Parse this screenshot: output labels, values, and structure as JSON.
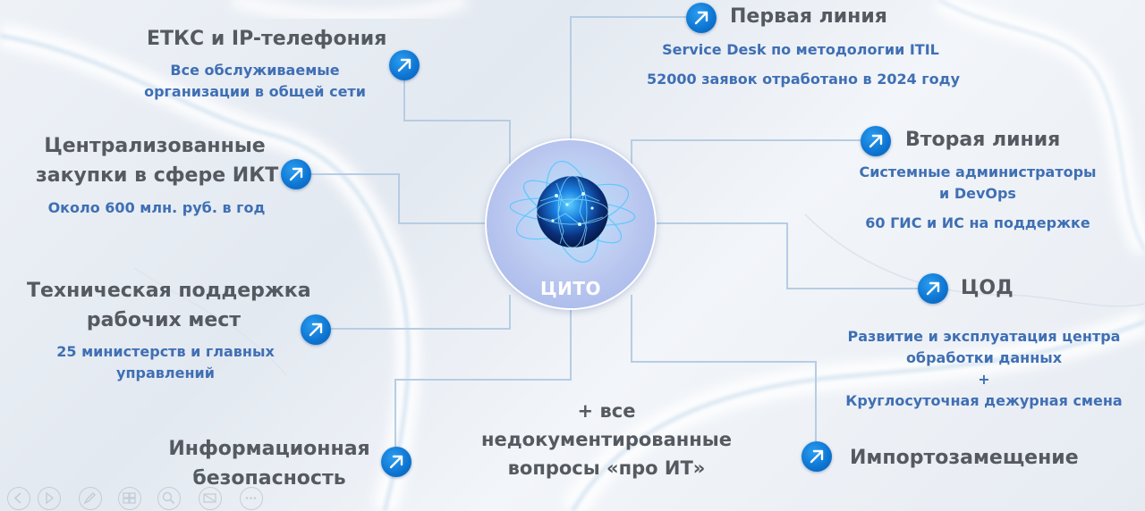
{
  "hub": {
    "label": "ЦИТО"
  },
  "nodes": {
    "etks": {
      "title": "ЕТКС и IP-телефония",
      "sub_lines": [
        "Все обслуживаемые",
        "организации в общей сети"
      ]
    },
    "procurement": {
      "title_lines": [
        "Централизованные",
        "закупки в сфере ИКТ"
      ],
      "sub": "Около 600 млн. руб. в год"
    },
    "workplaces": {
      "title_lines": [
        "Техническая поддержка",
        "рабочих мест"
      ],
      "sub_lines": [
        "25 министерств и главных",
        "управлений"
      ]
    },
    "infosec": {
      "title_lines": [
        "Информационная",
        "безопасность"
      ]
    },
    "undocumented": {
      "lines": [
        "+ все",
        "недокументированные",
        "вопросы «про ИТ»"
      ]
    },
    "first_line": {
      "title": "Первая линия",
      "sub_lines": [
        "Service Desk по методологии ITIL",
        "52000 заявок отработано в 2024 году"
      ]
    },
    "second_line": {
      "title": "Вторая линия",
      "sub_lines": [
        "Системные администраторы",
        "и DevOps",
        "60 ГИС и ИС на поддержке"
      ]
    },
    "dc": {
      "title": "ЦОД",
      "sub_lines": [
        "Развитие и эксплуатация центра",
        "обработки данных",
        "+",
        "Круглосуточная дежурная смена"
      ]
    },
    "import_sub": {
      "title": "Импортозамещение"
    }
  },
  "icons": {
    "node_icon": "arrow-up-right-icon",
    "toolbar": [
      "back-icon",
      "play-icon",
      "pen-icon",
      "slides-icon",
      "zoom-icon",
      "subtitles-icon",
      "more-icon"
    ]
  },
  "colors": {
    "title": "#555a61",
    "subtitle": "#3f6fb4",
    "icon_bg": "#0d74d1",
    "connector": "#b6cde3",
    "hub": "#b8c6ef"
  }
}
